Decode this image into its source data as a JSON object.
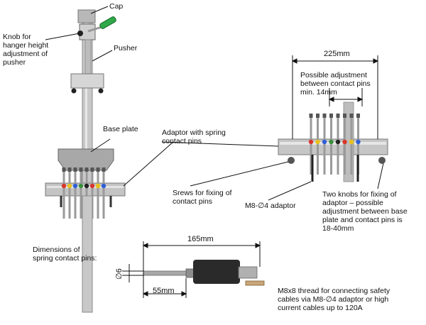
{
  "labels": {
    "cap": "Cap",
    "knob": "Knob for\nhanger height\nadjustment of\npusher",
    "pusher": "Pusher",
    "base_plate": "Base plate",
    "adaptor": "Adaptor with spring\ncontact pins",
    "screws": "Srews for fixing of\ncontact pins",
    "m8_adaptor": "M8-∅4 adaptor",
    "possible_adjustment": "Possible adjustment\nbetween contact pins\nmin. 14mm",
    "two_knobs": "Two knobs for fixing of\nadaptor – possible\nadjustment between base\nplate and contact pins is\n18-40mm",
    "dimensions": "Dimensions of\nspring contact pins:",
    "thread": "M8x8 thread for connecting safety\ncables via M8-∅4 adaptor or high\ncurrent cables up to 120A"
  },
  "dimensions": {
    "width_225": "225mm",
    "length_165": "165mm",
    "diameter_6": "∅6",
    "length_55": "55mm"
  },
  "pin_colors": [
    "#d8362b",
    "#e8c21a",
    "#2f5fd6",
    "#3a8f3a",
    "#222222",
    "#d8362b",
    "#e8c21a",
    "#2f5fd6"
  ]
}
